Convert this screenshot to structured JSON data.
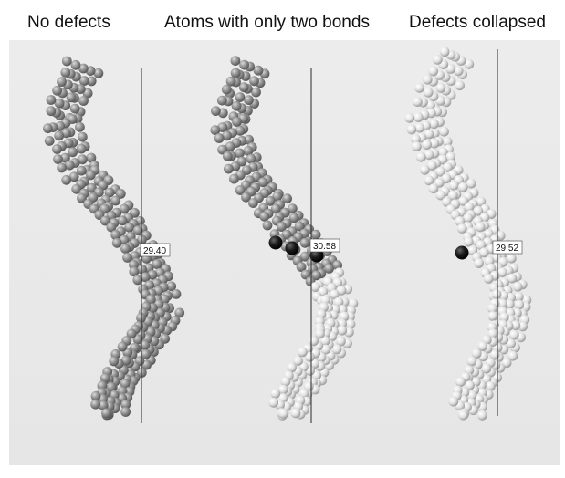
{
  "panels": [
    {
      "title": "No defects",
      "measurement": "29.40",
      "atom_shade": "grey",
      "defect_atoms": 0
    },
    {
      "title": "Atoms with only two bonds",
      "measurement": "30.58",
      "atom_shade": "grey-to-white",
      "defect_atoms": 3
    },
    {
      "title": "Defects collapsed",
      "measurement": "29.52",
      "atom_shade": "white",
      "defect_atoms": 1
    }
  ],
  "colors": {
    "background": "#e8e8e8",
    "atom_grey": "#8c8c8c",
    "atom_white": "#f2f2f2",
    "defect_atom": "#111111",
    "axis_line": "#2a2a2a"
  }
}
